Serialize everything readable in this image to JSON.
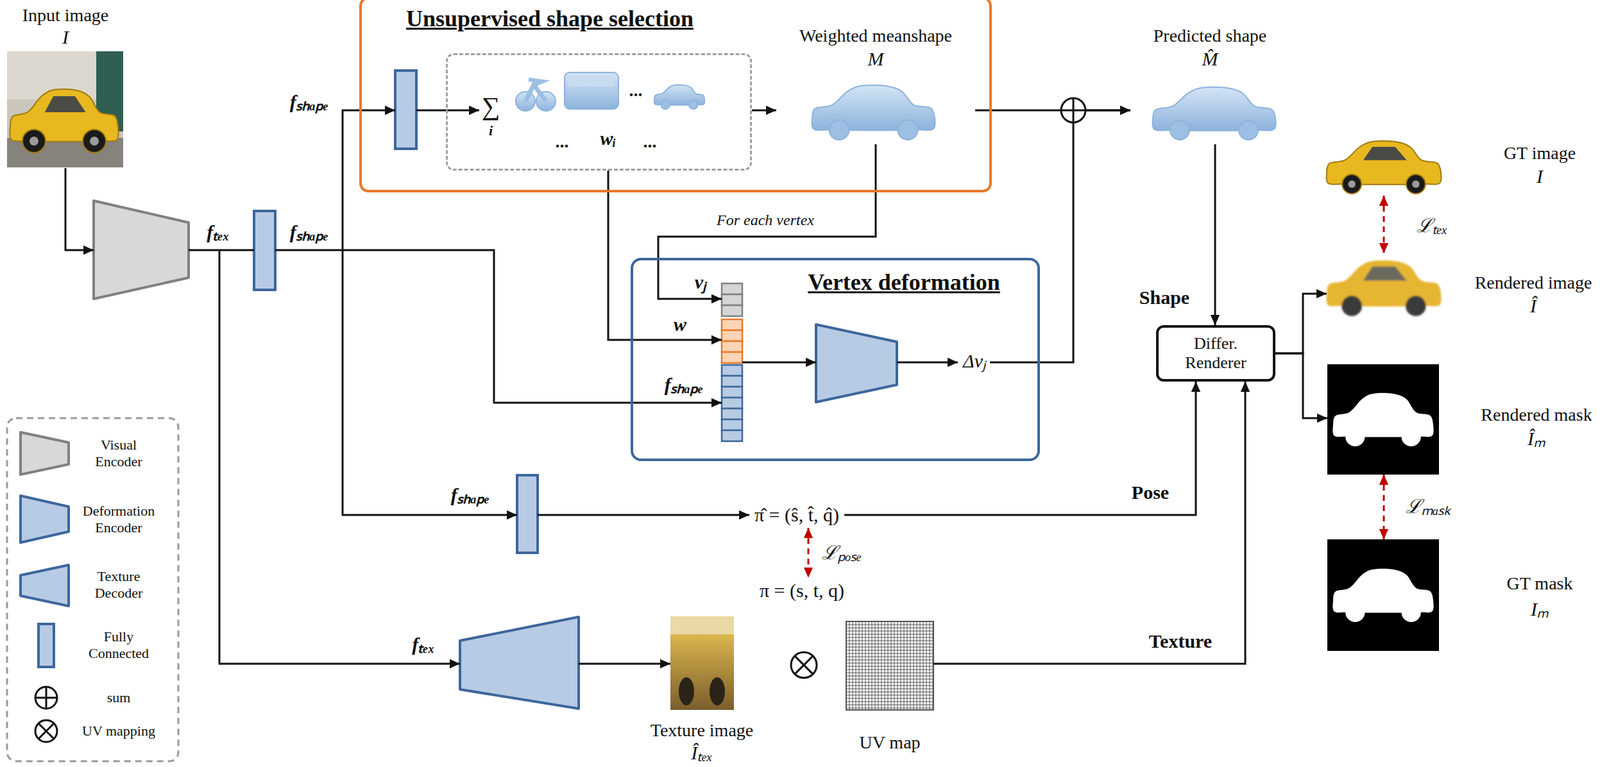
{
  "diagram": {
    "nodes": [
      {
        "text": [
          "Input image",
          "I"
        ]
      },
      {
        "text": [
          "Unsupervised shape selection"
        ]
      },
      {
        "text": [
          "...",
          "...",
          "wᵢ",
          "..."
        ],
        "in": 1
      },
      {
        "text": [
          "Weighted meanshape",
          "M"
        ],
        "in": 1
      },
      {
        "text": [
          "Predicted shape",
          "M̂"
        ]
      },
      {
        "text": [
          "GT image",
          "I"
        ]
      },
      {
        "text": [
          "Vertex deformation"
        ]
      },
      {
        "text": [
          "vⱼ",
          "w",
          "fₛₕₐₚₑ"
        ],
        "in": 6
      },
      {
        "text": [
          "Rendered image",
          "Î"
        ]
      },
      {
        "text": [
          "Differ. Renderer"
        ]
      },
      {
        "text": [
          "Rendered mask",
          "Îₘ"
        ]
      },
      {
        "text": [
          "GT mask",
          "Iₘ"
        ]
      },
      {
        "text": [
          "Texture image",
          "Îₜₑₓ"
        ]
      },
      {
        "text": [
          "UV map"
        ]
      }
    ],
    "edges": [
      {
        "from": 2,
        "to": 3,
        "arrow": "to"
      },
      {
        "from": 3,
        "to": 4,
        "arrow": "to"
      },
      {
        "from": 3,
        "to": 7,
        "label": "For each vertex",
        "arrow": "to"
      },
      {
        "from": 2,
        "to": 7,
        "arrow": "to"
      },
      {
        "from": 6,
        "to": 4,
        "arrow": "to"
      },
      {
        "from": 4,
        "to": 9,
        "label": "Shape",
        "arrow": "to"
      },
      {
        "from": 9,
        "to": 8,
        "arrow": "to"
      },
      {
        "from": 9,
        "to": 10,
        "arrow": "to"
      },
      {
        "from": 5,
        "to": 8,
        "label": "ℒₜₑₓ",
        "arrow": "both"
      },
      {
        "from": 10,
        "to": 11,
        "label": "ℒₘₐₛₖ",
        "arrow": "both"
      },
      {
        "from": 13,
        "to": 9,
        "label": "Texture",
        "arrow": "to"
      }
    ],
    "labels": [
      "fₛₕₐₚₑ",
      "∑",
      "i",
      "fₜₑₓ",
      "fₛₕₐₚₑ",
      "Δvⱼ",
      "fₛₕₐₚₑ",
      "Pose",
      "π̂ = (ŝ, t̂, q̂)",
      "ℒₚₒₛₑ",
      "π = (s, t, q)",
      "fₜₑₓ"
    ],
    "legend": [
      {
        "text": "Visual Encoder"
      },
      {
        "text": "Deformation Encoder"
      },
      {
        "text": "Texture Decoder"
      },
      {
        "text": "Fully Connected"
      },
      {
        "text": "sum"
      },
      {
        "text": "UV mapping"
      }
    ]
  }
}
